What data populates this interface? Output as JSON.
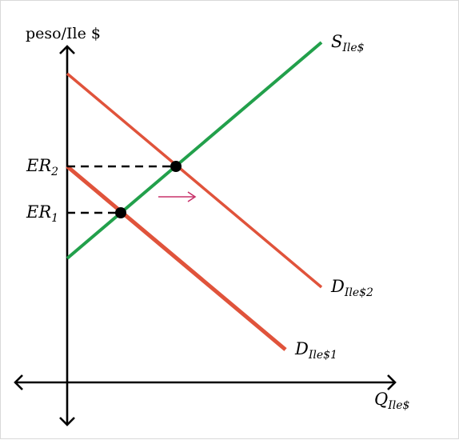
{
  "axes": {
    "y_label": "peso/Ile $",
    "x_label": {
      "main": "Q",
      "sub": "Ile$"
    }
  },
  "curves": {
    "supply": {
      "main": "S",
      "sub": "Ile$",
      "color": "#22a04b"
    },
    "demand2": {
      "main": "D",
      "sub": "Ile$2",
      "color": "#e0533b"
    },
    "demand1": {
      "main": "D",
      "sub": "Ile$1",
      "color": "#e0533b"
    }
  },
  "equilibria": {
    "er2": {
      "main": "ER",
      "sub": "2"
    },
    "er1": {
      "main": "ER",
      "sub": "1"
    }
  },
  "shift_arrow": {
    "color": "#c8326a"
  }
}
